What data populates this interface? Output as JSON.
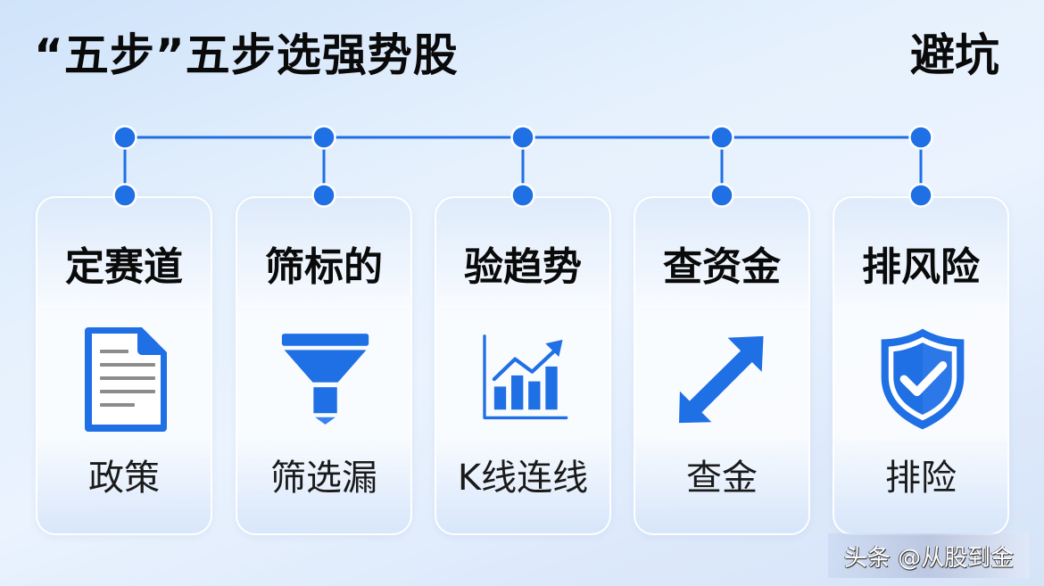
{
  "header": {
    "title": "“五步”五步选强势股",
    "right_label": "避坑"
  },
  "colors": {
    "accent": "#1f6fe5",
    "node": "#1f6fe5",
    "icon_gray": "#8c8c8c",
    "text": "#0a0a0a"
  },
  "steps": [
    {
      "title": "定赛道",
      "subtitle": "政策",
      "icon": "document-icon"
    },
    {
      "title": "筛标的",
      "subtitle": "筛选漏",
      "icon": "funnel-icon"
    },
    {
      "title": "验趋势",
      "subtitle": "K线连线",
      "icon": "trend-chart-icon"
    },
    {
      "title": "查资金",
      "subtitle": "查金",
      "icon": "diagonal-double-arrow-icon"
    },
    {
      "title": "排风险",
      "subtitle": "排险",
      "icon": "shield-check-icon"
    }
  ],
  "watermark": "头条 @从股到金"
}
